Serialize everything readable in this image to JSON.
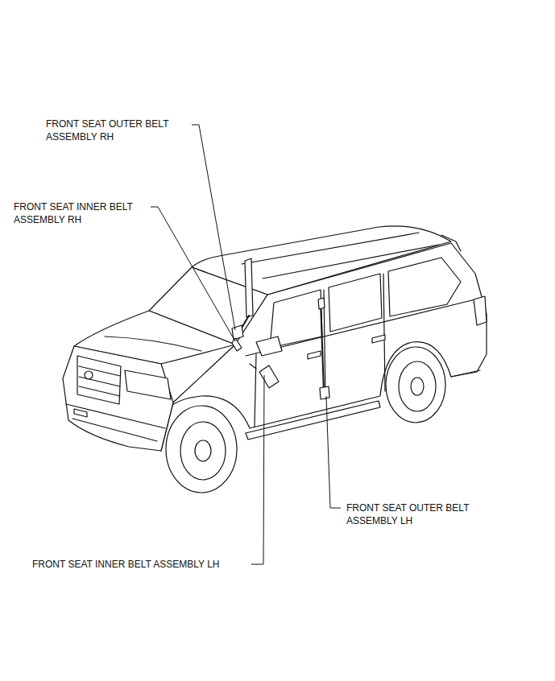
{
  "diagram": {
    "labels": [
      "FRONT SEAT OUTER BELT ASSEMBLY RH",
      "FRONT SEAT INNER BELT ASSEMBLY RH",
      "FRONT SEAT OUTER BELT ASSEMBLY LH",
      "FRONT SEAT INNER BELT ASSEMBLY LH"
    ]
  }
}
